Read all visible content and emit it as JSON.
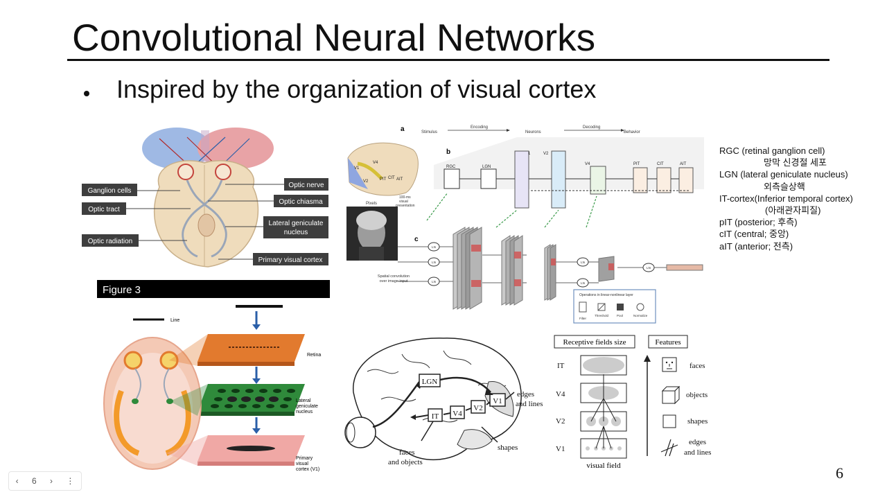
{
  "slide": {
    "title": "Convolutional Neural Networks",
    "bullet": "Inspired by the organization of visual cortex",
    "page_number": "6"
  },
  "navbar": {
    "prev_icon": "chevron-left-icon",
    "page": "6",
    "next_icon": "chevron-right-icon",
    "more_icon": "more-vertical-icon"
  },
  "brain_diagram": {
    "labels": {
      "ganglion": "Ganglion cells",
      "optic_tract": "Optic tract",
      "optic_radiation": "Optic radiation",
      "optic_nerve": "Optic nerve",
      "optic_chiasma": "Optic chiasma",
      "lgn_1": "Lateral geniculate",
      "lgn_2": "nucleus",
      "pvc": "Primary visual cortex"
    }
  },
  "figure3": {
    "header": "Figure 3",
    "line": "Line",
    "retina": "Retina",
    "lgn_1": "Lateral",
    "lgn_2": "geniculate",
    "lgn_3": "nucleus",
    "v1_1": "Primary",
    "v1_2": "visual",
    "v1_3": "cortex (V1)"
  },
  "cnn_figure": {
    "panel_a": "a",
    "panel_b": "b",
    "panel_c": "c",
    "stimulus": "Stimulus",
    "encoding": "Encoding",
    "neurons": "Neurons",
    "decoding": "Decoding",
    "behavior": "Behavior",
    "pixels": "Pixels",
    "presentation_1": "100-ms",
    "presentation_2": "visual",
    "presentation_3": "presentation",
    "spatial_1": "Spatial convolution",
    "spatial_2": "over image input",
    "ops_title": "Operations in linear-nonlinear layer",
    "filter": "Filter",
    "threshold": "Threshold",
    "pool": "Pool",
    "normalize": "Normalize",
    "ln": "LN",
    "stages": [
      "RGC",
      "LGN",
      "V1",
      "V2",
      "V4",
      "PIT",
      "CIT",
      "AIT"
    ],
    "map_areas": [
      "V1",
      "V2",
      "V4",
      "PIT",
      "CIT",
      "AIT"
    ]
  },
  "ventral_stream": {
    "lgn": "LGN",
    "v1": "V1",
    "v2": "V2",
    "v4": "V4",
    "it": "IT",
    "edges_1": "edges",
    "edges_2": "and lines",
    "shapes": "shapes",
    "faces_1": "faces",
    "faces_2": "and objects"
  },
  "receptive_fields": {
    "header_rf": "Receptive fields size",
    "header_features": "Features",
    "rows": [
      {
        "area": "IT",
        "feature": "faces"
      },
      {
        "area": "V4",
        "feature": "objects"
      },
      {
        "area": "V2",
        "feature": "shapes"
      },
      {
        "area": "V1",
        "feature_1": "edges",
        "feature_2": "and lines"
      }
    ],
    "visual_field": "visual field"
  },
  "legend": [
    "RGC (retinal ganglion cell)",
    "망막 신경절 세포",
    "LGN (lateral geniculate nucleus)",
    "외측슬상핵",
    "IT-cortex(Inferior temporal cortex)",
    "(아래관자피질)",
    "pIT (posterior; 후측)",
    "cIT (central; 중앙)",
    "aIT (anterior; 전측)"
  ],
  "colors": {
    "text": "#111111",
    "left_field": "#9fb9e4",
    "right_field": "#e8a3a6",
    "brain_tissue": "#efdcbc",
    "retina_orange": "#e27a2e",
    "lgn_green": "#2f8a3b",
    "v1_pink": "#f0a8a5",
    "arrow_blue": "#2b5fa8"
  }
}
